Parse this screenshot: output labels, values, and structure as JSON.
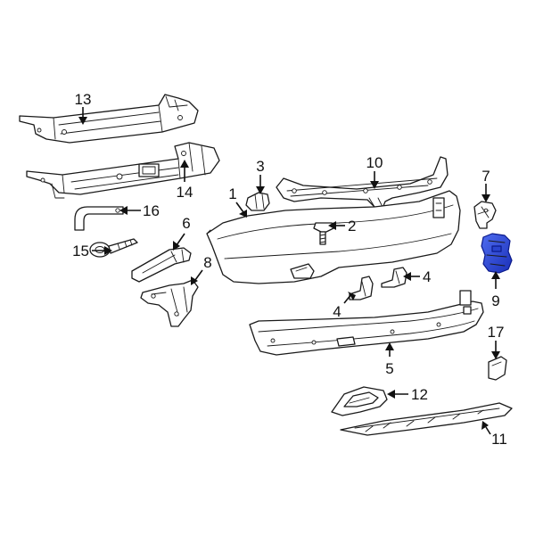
{
  "callouts": {
    "c1": "1",
    "c2": "2",
    "c3": "3",
    "c4a": "4",
    "c4b": "4",
    "c5": "5",
    "c6": "6",
    "c7": "7",
    "c8": "8",
    "c9": "9",
    "c10": "10",
    "c11": "11",
    "c12": "12",
    "c13": "13",
    "c14": "14",
    "c15": "15",
    "c16": "16",
    "c17": "17"
  },
  "highlighted_part": "9",
  "colors": {
    "line": "#1a1a1a",
    "highlight": "#1f3fd6",
    "background": "#ffffff"
  }
}
